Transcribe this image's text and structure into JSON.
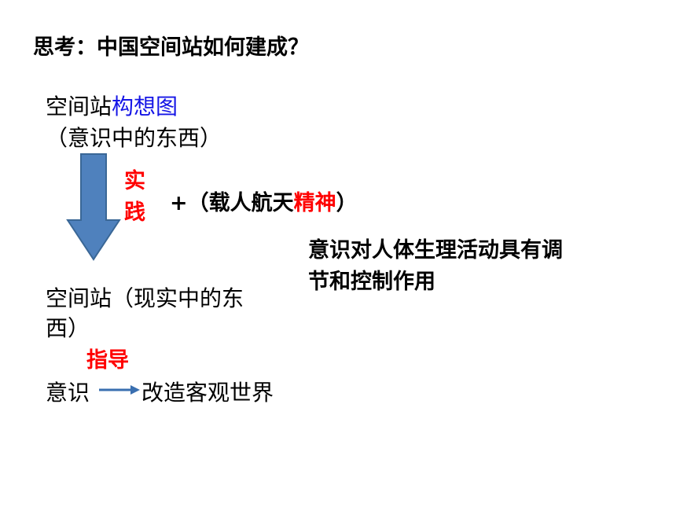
{
  "title": "思考：中国空间站如何建成？",
  "concept": {
    "prefix": "空间站",
    "highlight": "构想图",
    "highlight_color": "#1515e6",
    "note": "（意识中的东西）"
  },
  "practice": {
    "line1": "实",
    "line2": "践",
    "color": "#ff0000"
  },
  "spirit": {
    "plus": "+（",
    "normal": "载人航天",
    "highlight": "精神",
    "close": "）",
    "highlight_color": "#ff0000"
  },
  "effect": {
    "line1": "意识对人体生理活动具有调",
    "line2": "节和控制作用"
  },
  "reality": {
    "line1": "空间站（现实中的东",
    "line2": "西）"
  },
  "guide": {
    "label": "指导",
    "color": "#ff0000",
    "left": "意识",
    "right": "改造客观世界"
  },
  "colors": {
    "arrow_fill": "#4f81bd",
    "arrow_stroke": "#3a6796",
    "small_arrow": "#3a6fb0"
  }
}
